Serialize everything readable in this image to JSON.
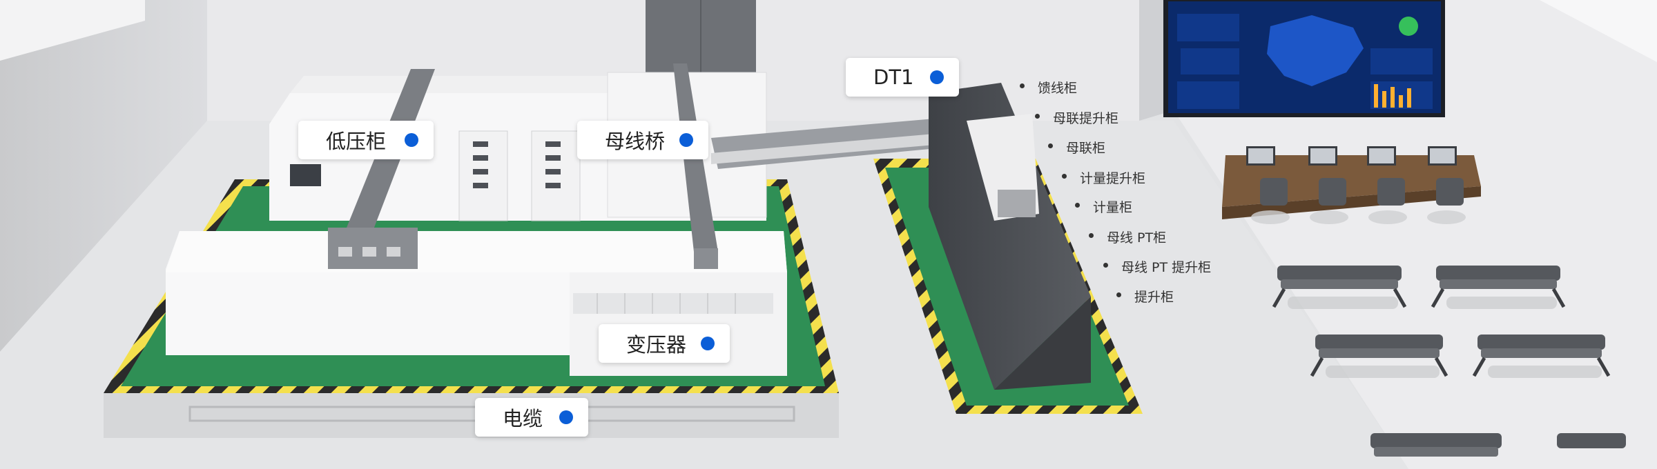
{
  "callouts": {
    "low_voltage_cabinet": "低压柜",
    "busbar_bridge": "母线桥",
    "dt1": "DT1",
    "transformer": "变压器",
    "cable": "电缆"
  },
  "cabinet_labels": [
    "馈线柜",
    "母联提升柜",
    "母联柜",
    "计量提升柜",
    "计量柜",
    "母线 PT柜",
    "母线 PT 提升柜",
    "提升柜"
  ],
  "colors": {
    "floor_green": "#2f8f55",
    "hazard_yellow": "#f4e04d",
    "marker_blue": "#0b5ed7",
    "cabinet_dark": "#4a4d52",
    "screen_blue": "#0b2a6b"
  }
}
